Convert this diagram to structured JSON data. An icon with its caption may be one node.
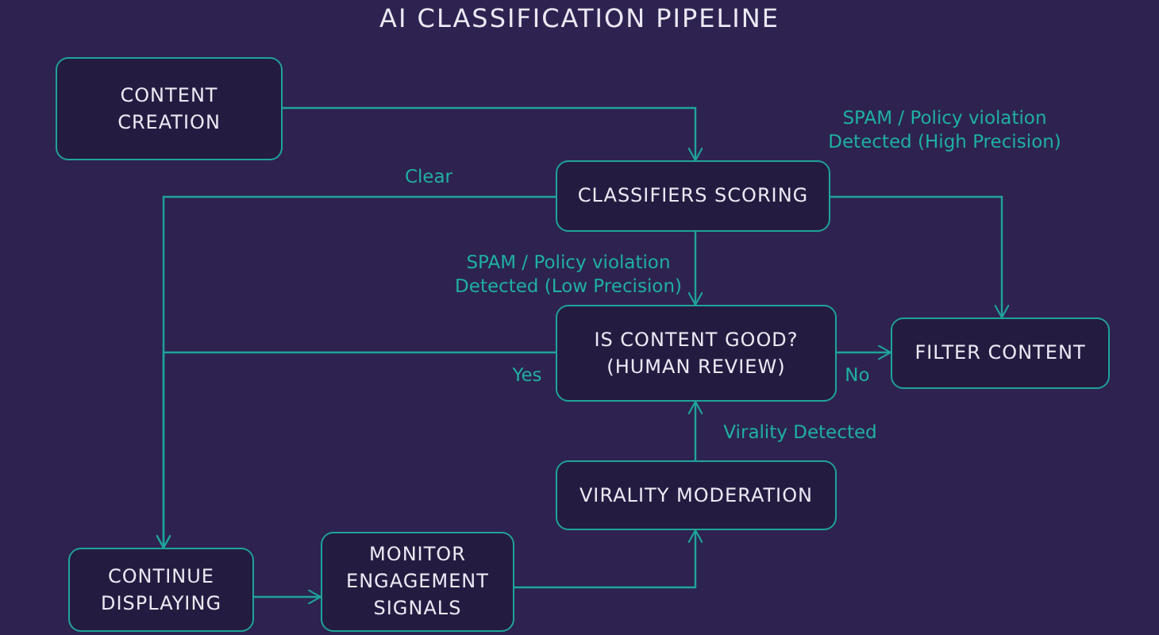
{
  "diagram": {
    "title": "AI CLASSIFICATION PIPELINE",
    "nodes": [
      {
        "text": [
          "CONTENT CREATION"
        ]
      },
      {
        "text": [
          "CLASSIFIERS SCORING"
        ]
      },
      {
        "text": [
          "IS CONTENT GOOD? (HUMAN REVIEW)"
        ]
      },
      {
        "text": [
          "FILTER CONTENT"
        ]
      },
      {
        "text": [
          "VIRALITY MODERATION"
        ]
      },
      {
        "text": [
          "CONTINUE DISPLAYING"
        ]
      },
      {
        "text": [
          "MONITOR ENGAGEMENT SIGNALS"
        ]
      }
    ],
    "edges": [
      {
        "from": 0,
        "to": 1,
        "arrow": "to"
      },
      {
        "from": 1,
        "to": 5,
        "arrow": "to",
        "label": "Clear"
      },
      {
        "from": 1,
        "to": 3,
        "arrow": "to",
        "label": "SPAM / Policy violation Detected (High Precision)"
      },
      {
        "from": 1,
        "to": 2,
        "arrow": "to",
        "label": "SPAM / Policy violation Detected (Low Precision)"
      },
      {
        "from": 2,
        "to": 5,
        "arrow": "to",
        "label": "Yes"
      },
      {
        "from": 2,
        "to": 3,
        "arrow": "to",
        "label": "No"
      },
      {
        "from": 4,
        "to": 2,
        "arrow": "to",
        "label": "Virality Detected"
      },
      {
        "from": 5,
        "to": 6,
        "arrow": "to"
      },
      {
        "from": 6,
        "to": 4,
        "arrow": "to"
      }
    ]
  }
}
